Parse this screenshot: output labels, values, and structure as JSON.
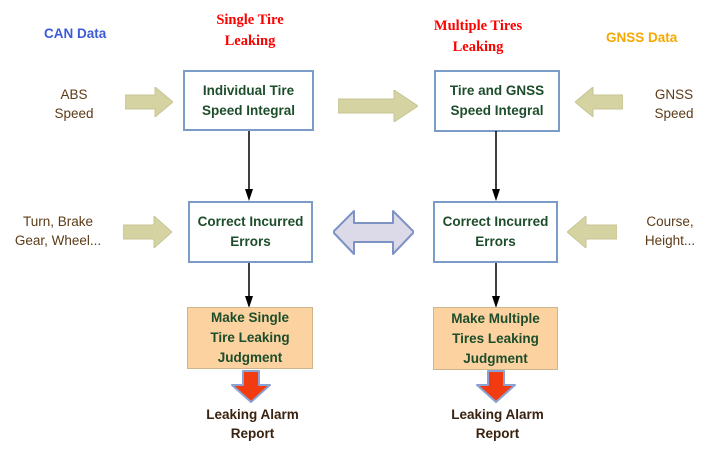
{
  "colors": {
    "olive_arrow": "#d6d3a2",
    "lavender_arrow": "#dcdae8",
    "red_arrow": "#f23b10",
    "box_border": "#7c9cc8",
    "box_text_green": "#1d4d2b",
    "judgment_box_fill": "#fbd2a0",
    "can_label_blue": "#3c5bd8",
    "gnss_label_orange": "#f6a800",
    "heading_red": "#fe0000",
    "side_label_brown": "#5c3b17",
    "report_text_dark": "#39220f",
    "connector_black": "#000000"
  },
  "headings": {
    "can_data": "CAN Data",
    "gnss_data": "GNSS Data",
    "single_tire": {
      "line1": "Single Tire",
      "line2": "Leaking"
    },
    "multiple_tires": {
      "line1": "Multiple Tires",
      "line2": "Leaking"
    }
  },
  "inputs": {
    "abs_speed": {
      "line1": "ABS",
      "line2": "Speed"
    },
    "gnss_speed": {
      "line1": "GNSS",
      "line2": "Speed"
    },
    "can_signals": {
      "line1": "Turn, Brake",
      "line2": "Gear, Wheel..."
    },
    "gnss_signals": {
      "line1": "Course,",
      "line2": "Height..."
    }
  },
  "process_boxes": {
    "individual_tire_integral": {
      "line1": "Individual Tire",
      "line2": "Speed Integral"
    },
    "tire_gnss_integral": {
      "line1": "Tire and GNSS",
      "line2": "Speed Integral"
    },
    "correct_errors_left": {
      "line1": "Correct Incurred",
      "line2": "Errors"
    },
    "correct_errors_right": {
      "line1": "Correct Incurred",
      "line2": "Errors"
    },
    "judgment_single": {
      "line1": "Make Single",
      "line2": "Tire Leaking",
      "line3": "Judgment"
    },
    "judgment_multiple": {
      "line1": "Make Multiple",
      "line2": "Tires Leaking",
      "line3": "Judgment"
    }
  },
  "outputs": {
    "alarm_left": {
      "line1": "Leaking Alarm",
      "line2": "Report"
    },
    "alarm_right": {
      "line1": "Leaking Alarm",
      "line2": "Report"
    }
  }
}
